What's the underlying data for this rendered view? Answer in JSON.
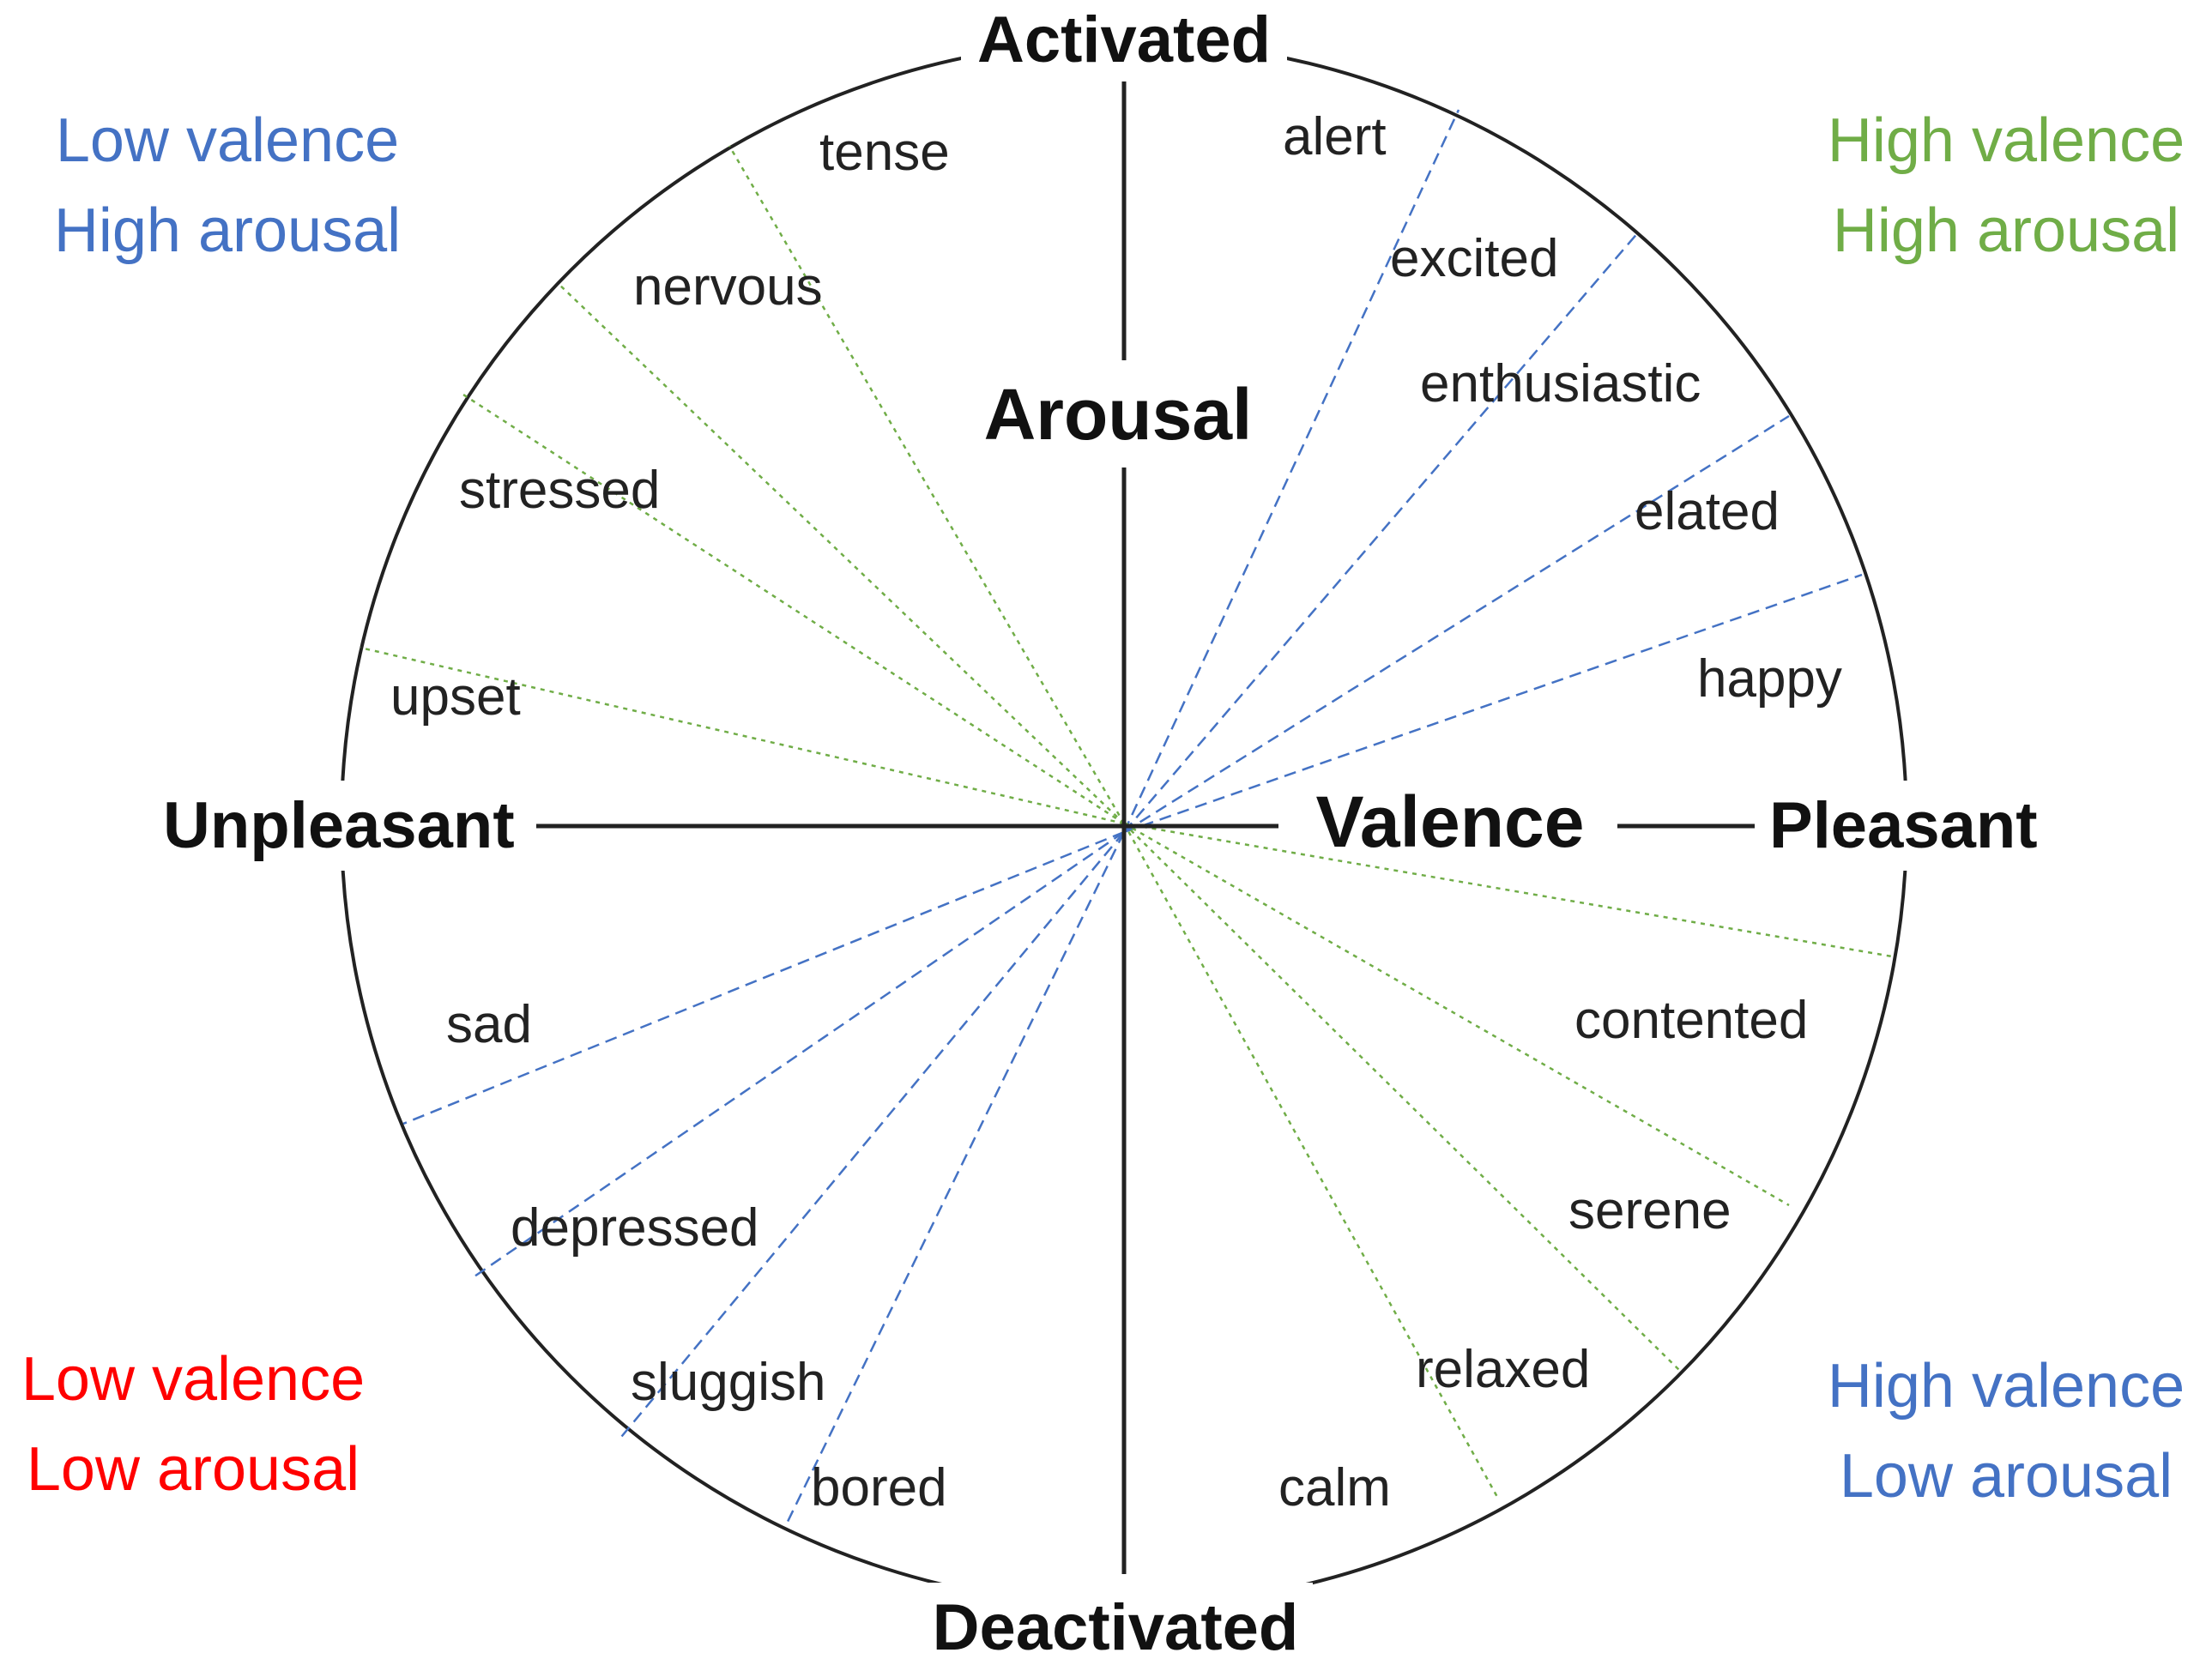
{
  "colors": {
    "blue": "#4472C4",
    "green": "#70AD47",
    "red": "#FF0000",
    "line": "#222222",
    "blue_dash": "#4472C4",
    "green_dot": "#70AD47"
  },
  "axes": {
    "top": "Activated",
    "bottom": "Deactivated",
    "left": "Unpleasant",
    "right": "Pleasant",
    "vertical_title": "Arousal",
    "horizontal_title": "Valence"
  },
  "quadrants": {
    "top_left": {
      "line1": "Low valence",
      "line2": "High arousal",
      "color": "#4472C4"
    },
    "top_right": {
      "line1": "High valence",
      "line2": "High arousal",
      "color": "#70AD47"
    },
    "bottom_left": {
      "line1": "Low valence",
      "line2": "Low arousal",
      "color": "#FF0000"
    },
    "bottom_right": {
      "line1": "High valence",
      "line2": "Low arousal",
      "color": "#4472C4"
    }
  },
  "emotions": [
    "tense",
    "nervous",
    "stressed",
    "upset",
    "alert",
    "excited",
    "enthusiastic",
    "elated",
    "happy",
    "contented",
    "serene",
    "relaxed",
    "calm",
    "sad",
    "depressed",
    "sluggish",
    "bored"
  ]
}
